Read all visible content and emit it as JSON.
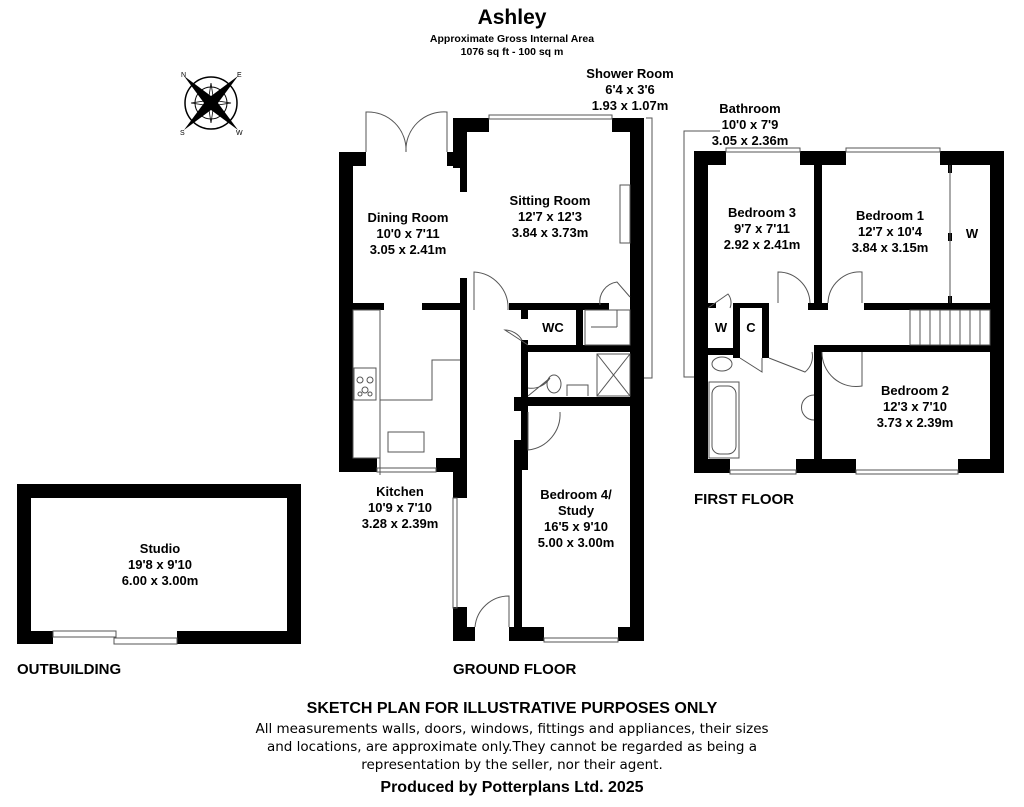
{
  "header": {
    "title": "Ashley",
    "subtitle": "Approximate Gross Internal Area",
    "area": "1076 sq ft - 100 sq m"
  },
  "compass": {
    "icon": "compass-rose-icon",
    "letters": [
      "N",
      "E",
      "S",
      "W"
    ]
  },
  "floors": {
    "ground": {
      "label": "GROUND FLOOR",
      "rooms": [
        {
          "name": "Shower Room",
          "imperial": "6'4 x 3'6",
          "metric": "1.93 x 1.07m"
        },
        {
          "name": "Dining Room",
          "imperial": "10'0 x 7'11",
          "metric": "3.05 x 2.41m"
        },
        {
          "name": "Sitting Room",
          "imperial": "12'7 x 12'3",
          "metric": "3.84 x 3.73m"
        },
        {
          "name": "WC"
        },
        {
          "name": "Kitchen",
          "imperial": "10'9 x 7'10",
          "metric": "3.28 x 2.39m"
        },
        {
          "name": "Bedroom 4/",
          "name2": "Study",
          "imperial": "16'5 x 9'10",
          "metric": "5.00 x 3.00m"
        }
      ]
    },
    "first": {
      "label": "FIRST FLOOR",
      "rooms": [
        {
          "name": "Bathroom",
          "imperial": "10'0 x 7'9",
          "metric": "3.05 x 2.36m"
        },
        {
          "name": "Bedroom 3",
          "imperial": "9'7 x 7'11",
          "metric": "2.92 x 2.41m"
        },
        {
          "name": "Bedroom 1",
          "imperial": "12'7 x 10'4",
          "metric": "3.84 x 3.15m"
        },
        {
          "name": "W"
        },
        {
          "name": "W"
        },
        {
          "name": "C"
        },
        {
          "name": "Bedroom 2",
          "imperial": "12'3 x 7'10",
          "metric": "3.73 x 2.39m"
        }
      ]
    },
    "outbuilding": {
      "label": "OUTBUILDING",
      "rooms": [
        {
          "name": "Studio",
          "imperial": "19'8 x 9'10",
          "metric": "6.00 x 3.00m"
        }
      ]
    }
  },
  "footer": {
    "heading": "SKETCH PLAN FOR ILLUSTRATIVE PURPOSES ONLY",
    "line1": "All measurements walls, doors, windows, fittings and appliances, their sizes",
    "line2": "and locations, are approximate only.They cannot be regarded as being a",
    "line3": "representation by the seller, nor their agent.",
    "producer": "Produced by Potterplans Ltd. 2025"
  }
}
